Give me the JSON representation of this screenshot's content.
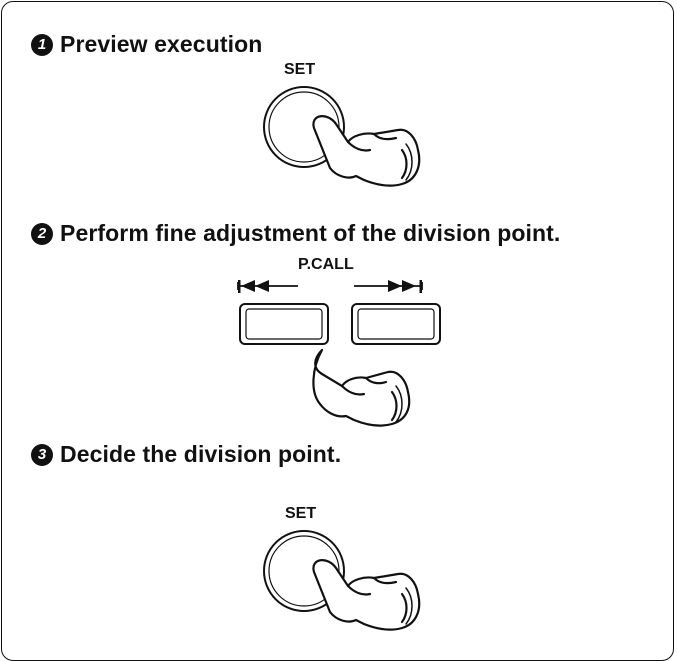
{
  "steps": [
    {
      "number": "1",
      "title": "Preview execution",
      "button_label": "SET"
    },
    {
      "number": "2",
      "title": "Perform fine adjustment of the division point.",
      "button_label": "P.CALL"
    },
    {
      "number": "3",
      "title": "Decide the division point.",
      "button_label": "SET"
    }
  ],
  "icons": {
    "step1": "hand-pressing-set-button-icon",
    "step2_left": "skip-previous-icon",
    "step2_right": "skip-next-icon",
    "step2_hand": "hand-pressing-button-icon",
    "step3": "hand-pressing-set-button-icon"
  }
}
